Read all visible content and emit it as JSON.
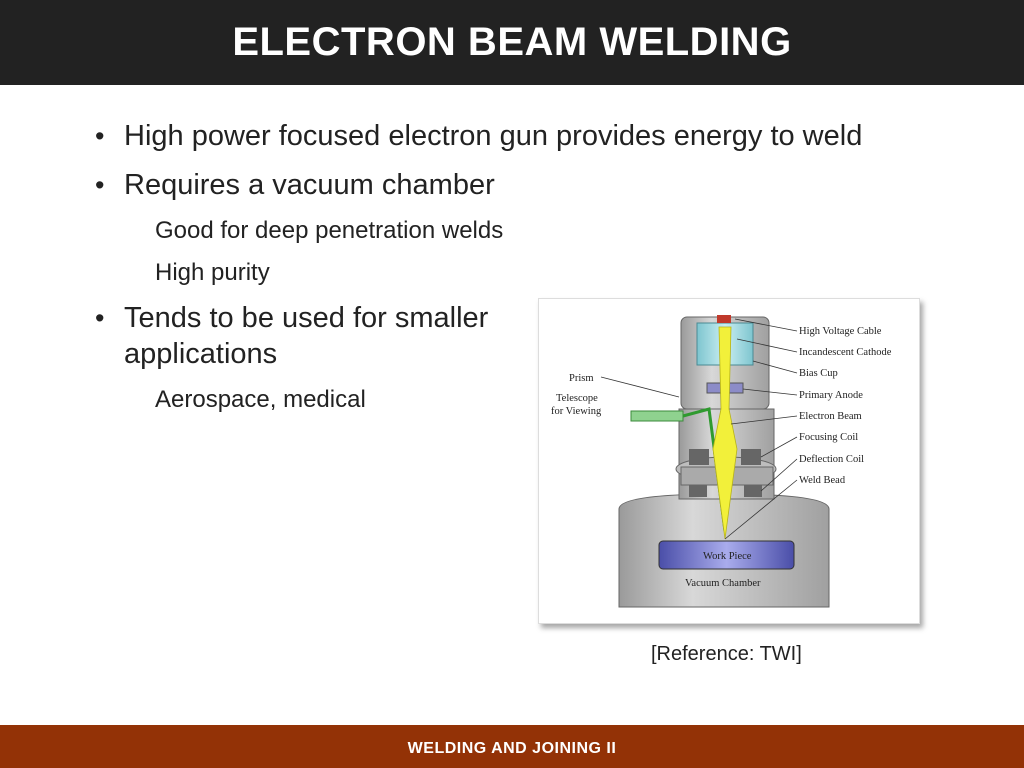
{
  "header": {
    "title": "ELECTRON BEAM WELDING"
  },
  "bullets": [
    {
      "text": "High power focused electron gun provides energy to weld",
      "sub": []
    },
    {
      "text": "Requires a vacuum chamber",
      "sub": [
        "Good for deep penetration welds",
        "High purity"
      ]
    },
    {
      "text": "Tends to be used for smaller applications",
      "sub": [
        "Aerospace, medical"
      ]
    }
  ],
  "figure": {
    "labels": {
      "high_voltage_cable": "High Voltage Cable",
      "incandescent_cathode": "Incandescent Cathode",
      "bias_cup": "Bias Cup",
      "primary_anode": "Primary Anode",
      "electron_beam": "Electron Beam",
      "focusing_coil": "Focusing Coil",
      "deflection_coil": "Deflection Coil",
      "weld_bead": "Weld Bead",
      "prism": "Prism",
      "telescope_line1": "Telescope",
      "telescope_line2": "for Viewing",
      "work_piece": "Work Piece",
      "vacuum_chamber": "Vacuum Chamber"
    }
  },
  "reference": "[Reference: TWI]",
  "footer": {
    "text": "WELDING AND JOINING II"
  },
  "colors": {
    "header_bg": "#222222",
    "footer_bg": "#933206"
  }
}
